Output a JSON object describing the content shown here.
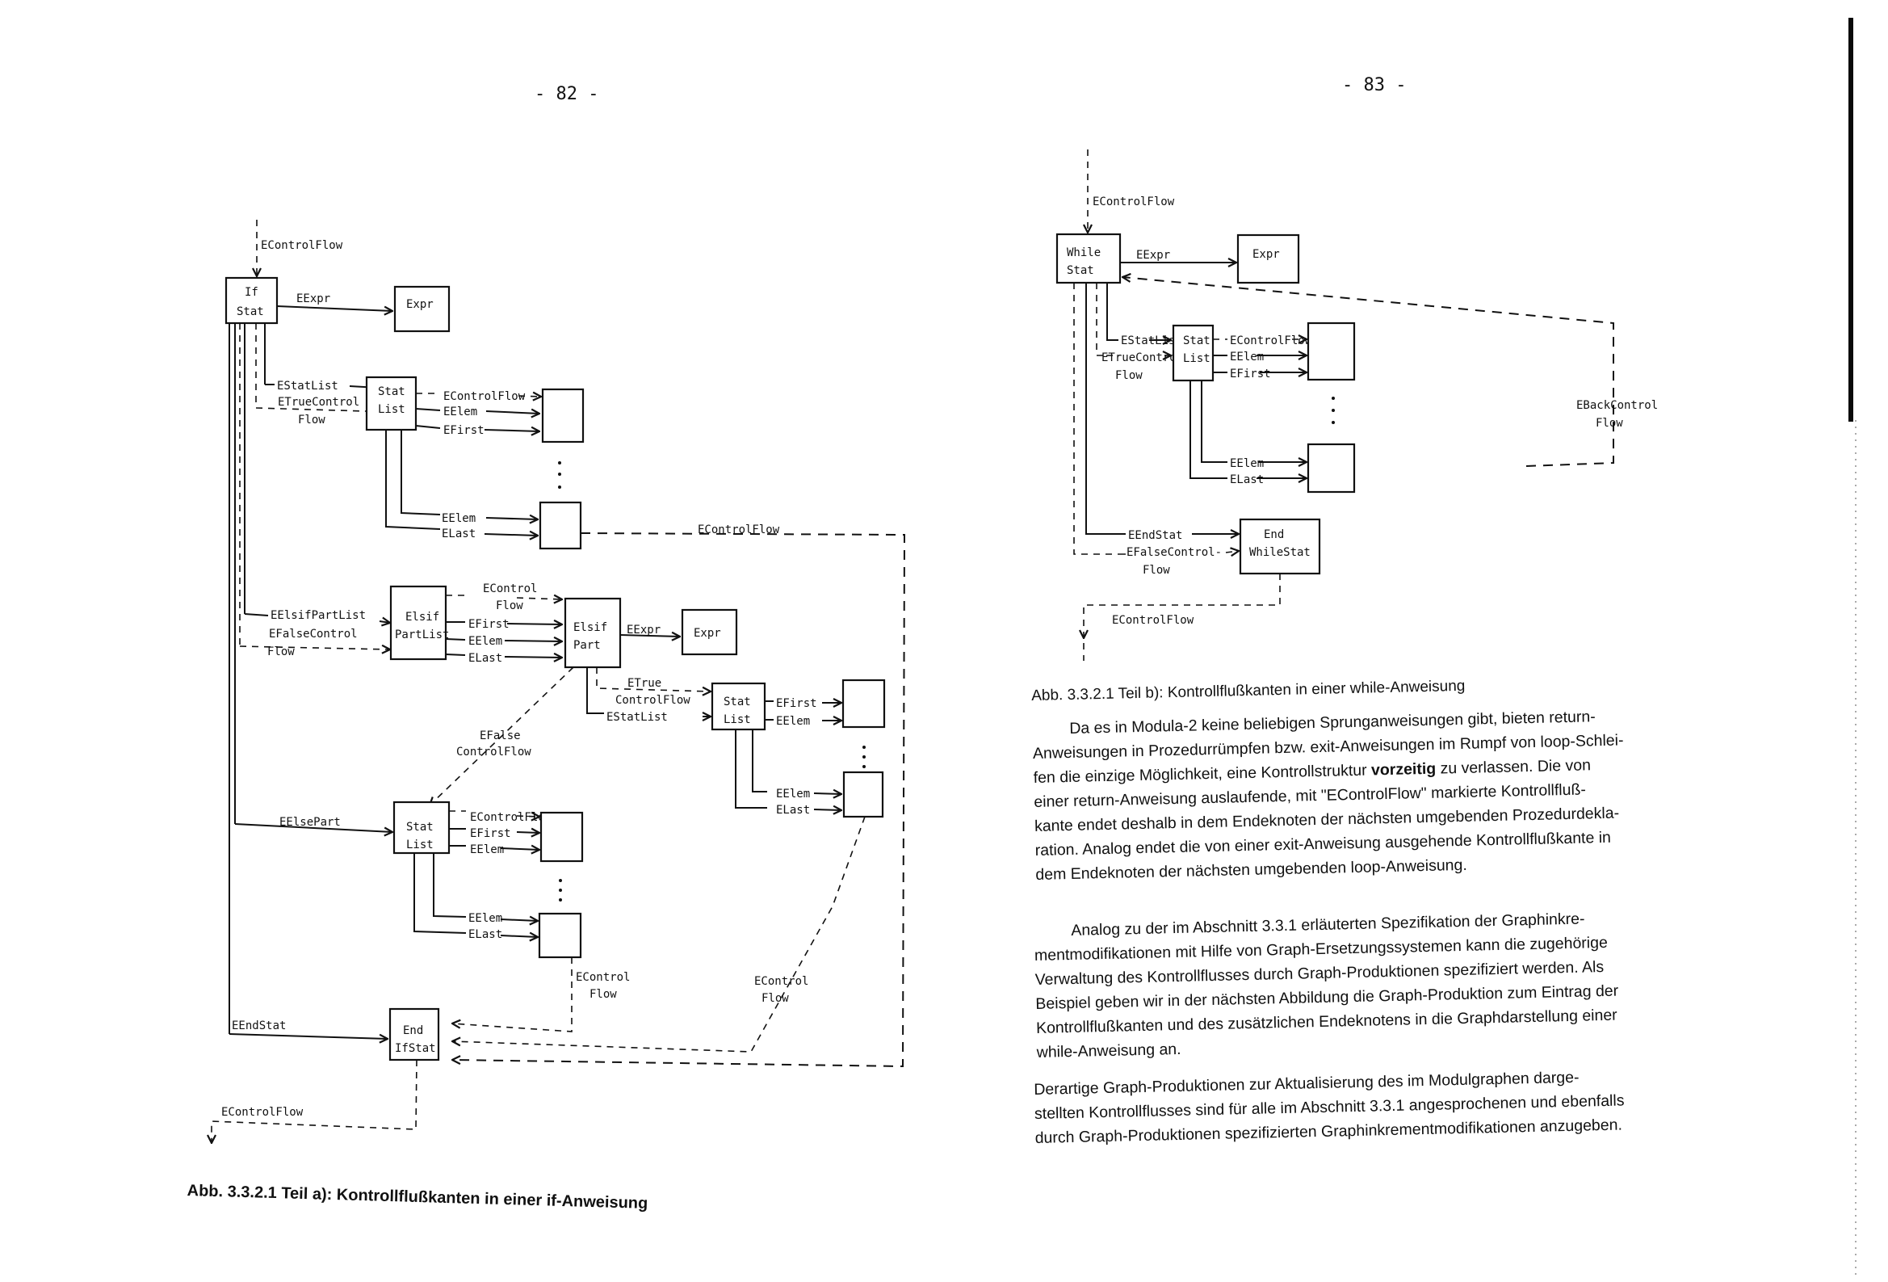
{
  "left_page": {
    "page_number": "- 82 -",
    "figure": {
      "caption": "Abb. 3.3.2.1 Teil a): Kontrollflußkanten in einer if-Anweisung",
      "nodes": {
        "if_stat": [
          "If",
          "Stat"
        ],
        "expr_1": "Expr",
        "stat_list_1": [
          "Stat",
          "List"
        ],
        "elsif_partlist": [
          "Elsif",
          "PartList"
        ],
        "elsif_part": [
          "Elsif",
          "Part"
        ],
        "expr_2": "Expr",
        "stat_list_2": [
          "Stat",
          "List"
        ],
        "stat_list_3": [
          "Stat",
          "List"
        ],
        "end_ifstat": [
          "End",
          "IfStat"
        ]
      },
      "edge_labels": {
        "incoming_controlflow": "EControlFlow",
        "eexpr_1": "EExpr",
        "estatlist_1": "EStatList",
        "etruecontrol_1": [
          "ETrueControl",
          "Flow"
        ],
        "sl1_controlflow": "EControlFlow",
        "sl1_eelem": "EElem",
        "sl1_efirst": "EFirst",
        "sl1_eelem_b": "EElem",
        "sl1_elast": "ELast",
        "sl1_out_controlflow": "EControlFlow",
        "eelsifpartlist": "EElsifPartList",
        "efalsecontrol_1": [
          "EFalseControl",
          "Flow"
        ],
        "epl_econtrol": [
          "EControl",
          "Flow"
        ],
        "epl_efirst": "EFirst",
        "epl_eelem": "EElem",
        "epl_elast": "ELast",
        "eexpr_2": "EExpr",
        "etrue_2": [
          "ETrue",
          "ControlFlow"
        ],
        "estatlist_2": "EStatList",
        "sl2_efirst": "EFirst",
        "sl2_eelem": "EElem",
        "sl2_eelem_b": "EElem",
        "sl2_elast": "ELast",
        "efalse_2": [
          "EFalse",
          "ControlFlow"
        ],
        "eelsepart": "EElsePart",
        "sl3_controlflow": "EControlFlow",
        "sl3_efirst": "EFirst",
        "sl3_eelem": "EElem",
        "sl3_eelem_b": "EElem",
        "sl3_elast": "ELast",
        "sl3_out_controlflow": [
          "EControl",
          "Flow"
        ],
        "sl2_out_controlflow": [
          "EControl",
          "Flow"
        ],
        "eendstat": "EEndStat",
        "outgoing_controlflow": "EControlFlow"
      }
    }
  },
  "right_page": {
    "page_number": "- 83 -",
    "figure": {
      "caption": "Abb. 3.3.2.1 Teil b): Kontrollflußkanten in einer while-Anweisung",
      "nodes": {
        "while_stat": [
          "While",
          "Stat"
        ],
        "expr": "Expr",
        "stat_list": [
          "Stat",
          "List"
        ],
        "end_whilestat": [
          "End",
          "WhileStat"
        ]
      },
      "edge_labels": {
        "incoming_controlflow": "EControlFlow",
        "eexpr": "EExpr",
        "estatlist": "EStatList",
        "etruecontrol": [
          "ETrueControl-",
          "Flow"
        ],
        "sl_controlflow": "EControlFlow",
        "sl_eelem": "EElem",
        "sl_efirst": "EFirst",
        "sl_eelem_b": "EElem",
        "sl_elast": "ELast",
        "ebackcontrol": [
          "EBackControl",
          "Flow"
        ],
        "eendstat": "EEndStat",
        "efalsecontrol": [
          "EFalseControl-",
          "Flow"
        ],
        "outgoing_controlflow": "EControlFlow"
      }
    },
    "body": {
      "paragraph_1": [
        "Da es in Modula-2 keine beliebigen Sprunganweisungen gibt, bieten return-",
        "Anweisungen in Prozedurrümpfen bzw. exit-Anweisungen im Rumpf von loop-Schlei-",
        [
          "fen die einzige Möglichkeit, eine Kontrollstruktur ",
          "vorzeitig",
          " zu verlassen. Die von"
        ],
        "einer return-Anweisung auslaufende, mit \"EControlFlow\" markierte Kontrollfluß-",
        "kante endet deshalb in dem Endeknoten der nächsten umgebenden Prozedurdekla-",
        "ration. Analog endet die von einer exit-Anweisung ausgehende Kontrollflußkante in",
        "dem Endeknoten der nächsten umgebenden loop-Anweisung."
      ],
      "paragraph_2": [
        "Analog zu der im Abschnitt 3.3.1 erläuterten Spezifikation der Graphinkre-",
        "mentmodifikationen mit Hilfe von Graph-Ersetzungssystemen kann die zugehörige",
        "Verwaltung des Kontrollflusses durch Graph-Produktionen spezifiziert werden. Als",
        "Beispiel geben wir in der nächsten Abbildung die Graph-Produktion zum Eintrag der",
        "Kontrollflußkanten und des zusätzlichen Endeknotens in die Graphdarstellung einer",
        "while-Anweisung an."
      ],
      "paragraph_3": [
        "Derartige Graph-Produktionen zur Aktualisierung des im Modulgraphen darge-",
        "stellten Kontrollflusses sind für alle im Abschnitt 3.3.1 angesprochenen und ebenfalls",
        "durch Graph-Produktionen spezifizierten Graphinkrementmodifikationen anzugeben."
      ]
    }
  }
}
